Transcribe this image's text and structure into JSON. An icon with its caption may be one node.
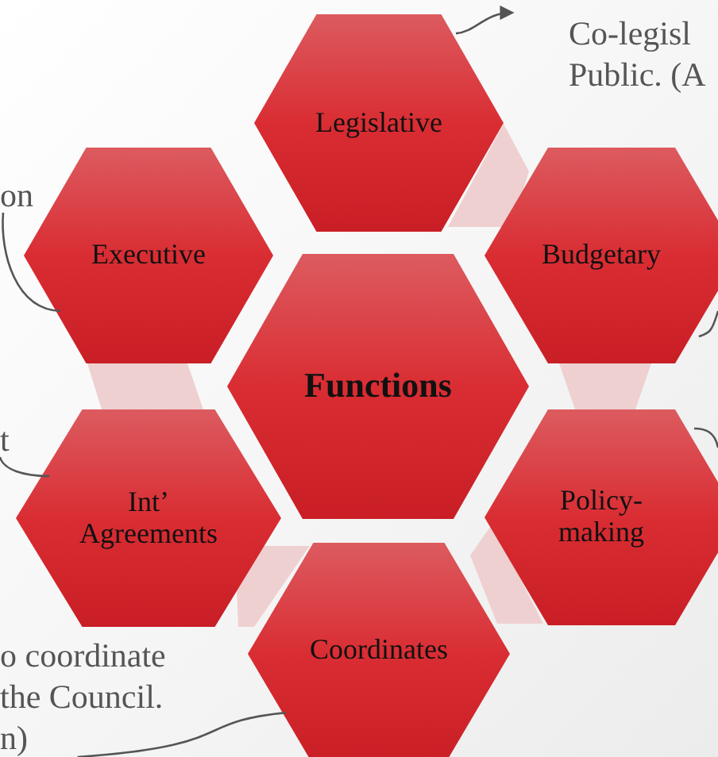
{
  "diagram": {
    "nodes": [
      {
        "text": [
          "Co-legisl Public. (A"
        ]
      },
      {
        "text": [
          "Legislative"
        ]
      },
      {
        "text": [
          "on"
        ]
      },
      {
        "text": [
          "Executive"
        ]
      },
      {
        "text": [
          "Budgetary"
        ]
      },
      {
        "text": [
          "Functions"
        ]
      },
      {
        "text": [
          "t"
        ]
      },
      {
        "text": [
          "Int’ Agreements"
        ]
      },
      {
        "text": [
          "Policy-making"
        ]
      },
      {
        "text": [
          "Coordinates"
        ]
      },
      {
        "text": [
          "o coordinate the Council. n)"
        ]
      }
    ],
    "edges": [
      {
        "from": 1,
        "to": 0,
        "arrow": "to"
      },
      {
        "from": 2,
        "to": 3,
        "arrow": "none"
      },
      {
        "from": null,
        "to": 4,
        "arrow": "none"
      },
      {
        "from": 6,
        "to": 7,
        "arrow": "none"
      },
      {
        "from": null,
        "to": 8,
        "arrow": "none"
      },
      {
        "from": 10,
        "to": 9,
        "arrow": "none"
      }
    ]
  }
}
